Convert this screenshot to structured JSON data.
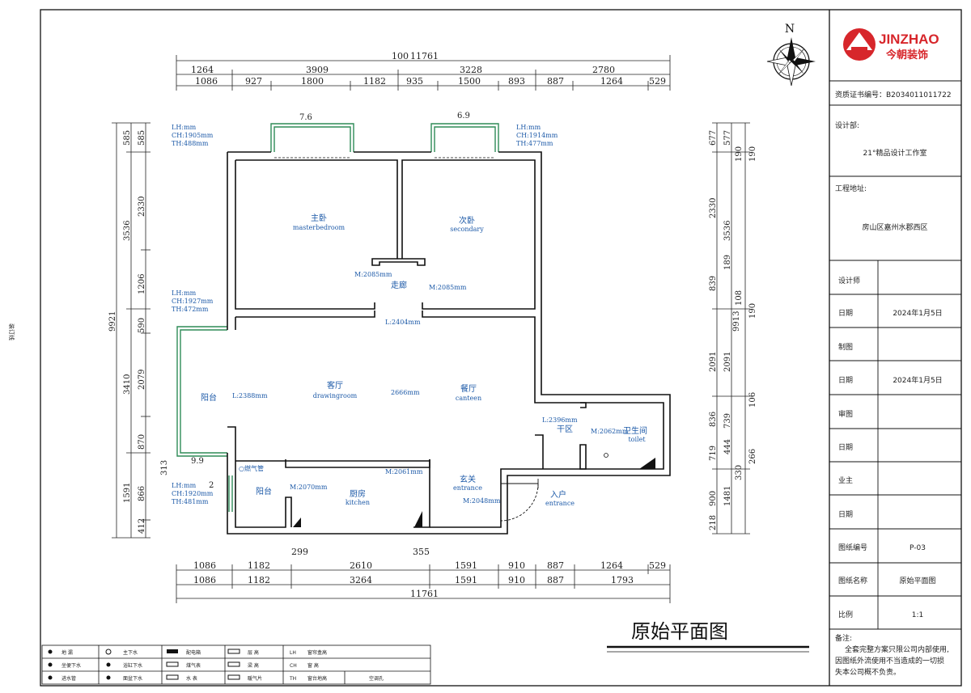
{
  "side_label": "装订线",
  "north": "N",
  "drawing_title": "原始平面图",
  "top_dims": {
    "total": "11761",
    "total_extra": "100",
    "row1": [
      "1264",
      "3909",
      "3228",
      "2780"
    ],
    "row2": [
      "1086",
      "927",
      "1800",
      "1182",
      "935",
      "1500",
      "893",
      "887",
      "1264",
      "529"
    ]
  },
  "bottom_dims": {
    "row1": [
      "1086",
      "1182",
      "2610",
      "1591",
      "910",
      "887",
      "1264",
      "529"
    ],
    "row2": [
      "1086",
      "1182",
      "3264",
      "1591",
      "910",
      "887",
      "1793"
    ],
    "total": "11761",
    "extra": [
      "299",
      "355"
    ]
  },
  "left_dims": {
    "total": "9921",
    "outer": [
      "585",
      "3536",
      "3410",
      "1591"
    ],
    "inner": [
      "585",
      "2330",
      "1206",
      "590",
      "2079",
      "870",
      "866",
      "412"
    ],
    "extra": "313"
  },
  "right_dims": {
    "total": "9913",
    "a": [
      "677",
      "2330",
      "839",
      "2091",
      "836",
      "719",
      "900",
      "218"
    ],
    "b": [
      "577",
      "3536",
      "189",
      "2091",
      "739",
      "444",
      "1481"
    ],
    "c": [
      "190",
      "190",
      "106",
      "266"
    ],
    "d": [
      "190",
      "108",
      "330"
    ]
  },
  "window_dims": [
    "7.6",
    "6.9",
    "9.9",
    "2"
  ],
  "window_notes": [
    [
      "LH:mm",
      "CH:1905mm",
      "TH:488mm"
    ],
    [
      "LH:mm",
      "CH:1914mm",
      "TH:477mm"
    ],
    [
      "LH:mm",
      "CH:1927mm",
      "TH:472mm"
    ],
    [
      "LH:mm",
      "CH:1920mm",
      "TH:481mm"
    ]
  ],
  "rooms": {
    "master": {
      "cn": "主卧",
      "en": "masterbedroom"
    },
    "second": {
      "cn": "次卧",
      "en": "secondary"
    },
    "corridor": {
      "cn": "走廊"
    },
    "living": {
      "cn": "客厅",
      "en": "drawingroom"
    },
    "dining": {
      "cn": "餐厅",
      "en": "canteen"
    },
    "balcony": {
      "cn": "阳台"
    },
    "balcony2": {
      "cn": "阳台"
    },
    "kitchen": {
      "cn": "厨房",
      "en": "kitchen"
    },
    "foyer": {
      "cn": "玄关",
      "en": "entrance"
    },
    "entry": {
      "cn": "入户",
      "en": "entrance"
    },
    "dry": {
      "cn": "干区"
    },
    "toilet": {
      "cn": "卫生间",
      "en": "toilet"
    },
    "gas": "○燃气管"
  },
  "measures": {
    "m1": "M:2085mm",
    "m2": "M:2085mm",
    "l1": "L:2404mm",
    "l2": "L:2388mm",
    "l3": "2666mm",
    "l4": "L:2396mm",
    "m3": "M:2062mm",
    "m4": "M:2070mm",
    "m5": "M:2061mm",
    "m6": "M:2048mm"
  },
  "title_block": {
    "brand": "JINZHAO",
    "brand_cn": "今朝装饰",
    "brand_color": "#d7262b",
    "cert": "资质证书编号：B2034011011722",
    "dept_label": "设计部:",
    "dept_value": "21°精品设计工作室",
    "address_label": "工程地址:",
    "address_value": "房山区嘉州水郡西区",
    "rows": [
      {
        "label": "设计师",
        "value": ""
      },
      {
        "label": "日期",
        "value": "2024年1月5日"
      },
      {
        "label": "制图",
        "value": ""
      },
      {
        "label": "日期",
        "value": "2024年1月5日"
      },
      {
        "label": "审图",
        "value": ""
      },
      {
        "label": "日期",
        "value": ""
      },
      {
        "label": "业主",
        "value": ""
      },
      {
        "label": "日期",
        "value": ""
      },
      {
        "label": "图纸编号",
        "value": "P-03"
      },
      {
        "label": "图纸名称",
        "value": "原始平面图"
      },
      {
        "label": "比例",
        "value": "1:1"
      }
    ],
    "remark_label": "备注:",
    "remark_text": [
      "全套完整方案只限公司内部使用,",
      "因图纸外流使用不当造成的一切损",
      "失本公司概不负责。"
    ]
  },
  "legend": [
    [
      "地 漏",
      "主下水",
      "配电箱",
      "层 高",
      "LH",
      "窗帘盒高"
    ],
    [
      "坐便下水",
      "浴缸下水",
      "煤气表",
      "梁 高",
      "CH",
      "窗 高"
    ],
    [
      "进水管",
      "面盆下水",
      "水 表",
      "暖气片",
      "TH",
      "窗台地高",
      "空调孔"
    ]
  ],
  "colors": {
    "wall": "#111111",
    "window": "#2e8b57",
    "text_blue": "#1d5aa8"
  }
}
